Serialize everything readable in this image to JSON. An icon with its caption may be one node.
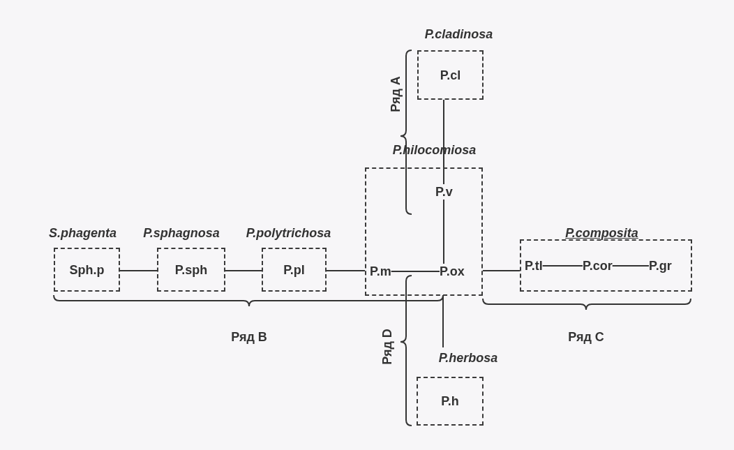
{
  "diagram": {
    "nodes": [
      {
        "text": [
          "P.cladinosa",
          "P.cl"
        ]
      },
      {
        "text": [
          "P.hilocomiosa"
        ]
      },
      {
        "text": [
          "P.v"
        ],
        "in": 1
      },
      {
        "text": [
          "P.m"
        ],
        "in": 1
      },
      {
        "text": [
          "P.ox"
        ],
        "in": 1
      },
      {
        "text": [
          "S.phagenta",
          "Sph.p"
        ]
      },
      {
        "text": [
          "P.sphagnosa",
          "P.sph"
        ]
      },
      {
        "text": [
          "P.polytrichosa",
          "P.pl"
        ]
      },
      {
        "text": [
          "P.composita"
        ]
      },
      {
        "text": [
          "P.tl"
        ],
        "in": 8
      },
      {
        "text": [
          "P.cor"
        ],
        "in": 8
      },
      {
        "text": [
          "P.gr"
        ],
        "in": 8
      },
      {
        "text": [
          "P.herbosa",
          "P.h"
        ]
      }
    ],
    "edges": [
      {
        "from": 0,
        "to": 2,
        "arrow": "none"
      },
      {
        "from": 2,
        "to": 4,
        "arrow": "none"
      },
      {
        "from": 5,
        "to": 6,
        "arrow": "none"
      },
      {
        "from": 6,
        "to": 7,
        "arrow": "none"
      },
      {
        "from": 7,
        "to": 1,
        "arrow": "none"
      },
      {
        "from": 3,
        "to": 4,
        "arrow": "none"
      },
      {
        "from": 1,
        "to": 8,
        "arrow": "none"
      },
      {
        "from": 9,
        "to": 10,
        "arrow": "none"
      },
      {
        "from": 10,
        "to": 11,
        "arrow": "none"
      },
      {
        "from": 1,
        "to": 12,
        "arrow": "none"
      }
    ],
    "labels": [
      "Ряд A",
      "Ряд B",
      "Ряд C",
      "Ряд D"
    ]
  }
}
